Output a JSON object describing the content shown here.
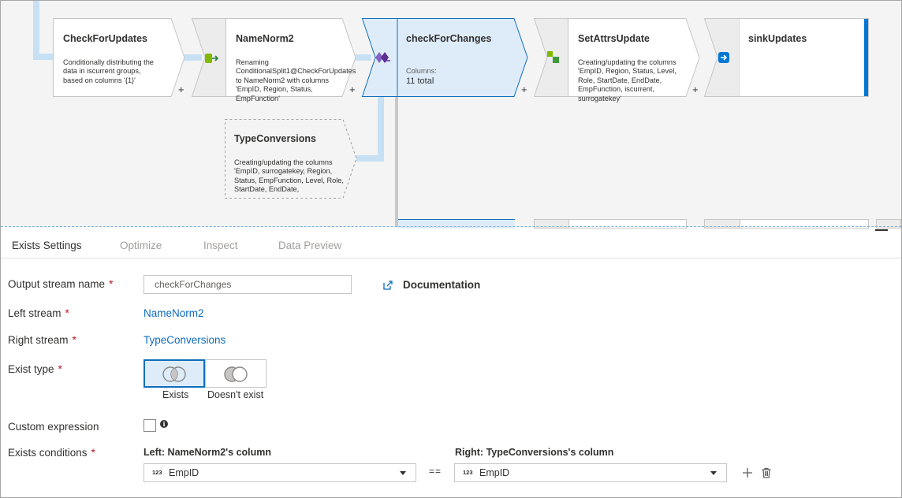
{
  "flow": {
    "nodes": [
      {
        "title": "CheckForUpdates",
        "desc": "Conditionally distributing the data in iscurrent groups, based on columns '{1}'"
      },
      {
        "title": "NameNorm2",
        "desc": "Renaming ConditionalSplit1@CheckForUpdates to NameNorm2 with columns 'EmpID, Region, Status, EmpFunction'"
      },
      {
        "title": "checkForChanges",
        "sub_label": "Columns:",
        "sub_value": "11 total"
      },
      {
        "title": "SetAttrsUpdate",
        "desc": "Creating/updating the columns 'EmpID, Region, Status, Level, Role, StartDate, EndDate, EmpFunction, iscurrent, surrogatekey'"
      },
      {
        "title": "sinkUpdates"
      },
      {
        "title": "TypeConversions",
        "desc": "Creating/updating the columns 'EmpID, surrogatekey, Region, Status, EmpFunction, Level, Role, StartDate, EndDate,"
      }
    ],
    "plus_symbol": "+"
  },
  "tabs": [
    {
      "label": "Exists Settings",
      "active": true
    },
    {
      "label": "Optimize",
      "active": false
    },
    {
      "label": "Inspect",
      "active": false
    },
    {
      "label": "Data Preview",
      "active": false
    }
  ],
  "form": {
    "required_mark": "*",
    "output_stream": {
      "label": "Output stream name",
      "value": "checkForChanges"
    },
    "documentation": "Documentation",
    "left_stream": {
      "label": "Left stream",
      "value": "NameNorm2"
    },
    "right_stream": {
      "label": "Right stream",
      "value": "TypeConversions"
    },
    "exist_type": {
      "label": "Exist type",
      "options": [
        "Exists",
        "Doesn't exist"
      ],
      "selected": "Exists"
    },
    "custom_expression": {
      "label": "Custom expression",
      "checked": false
    },
    "exists_conditions": {
      "label": "Exists conditions",
      "left_header": "Left: NameNorm2's column",
      "right_header": "Right: TypeConversions's column",
      "operator": "==",
      "type_badge": "123",
      "left_value": "EmpID",
      "right_value": "EmpID"
    }
  },
  "colors": {
    "accent": "#106ebe",
    "link": "#0f6cbd",
    "selected_node": "#deecf9",
    "pipe": "#c7e0f4"
  }
}
